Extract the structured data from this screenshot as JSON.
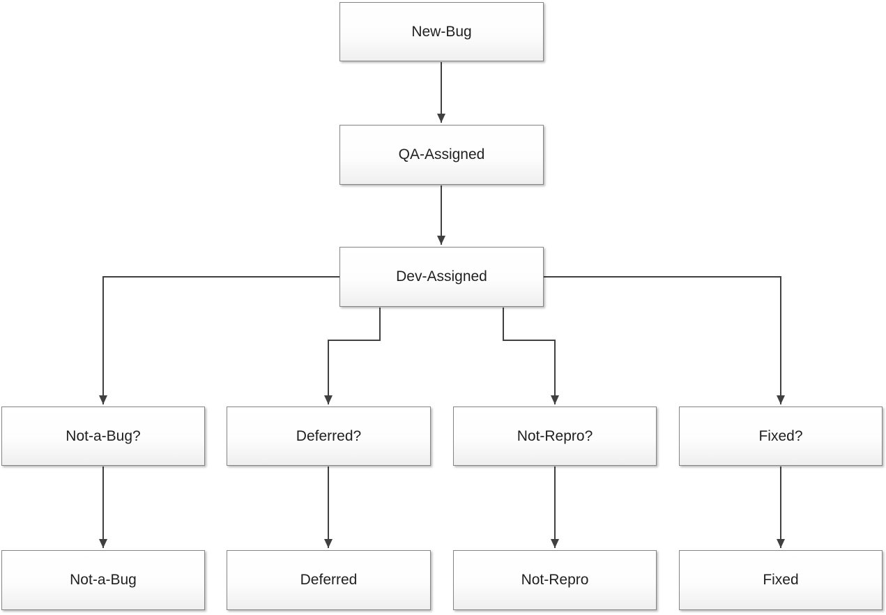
{
  "diagram": {
    "type": "flowchart",
    "nodes": {
      "new_bug": "New-Bug",
      "qa_assigned": "QA-Assigned",
      "dev_assigned": "Dev-Assigned",
      "not_a_bug_q": "Not-a-Bug?",
      "deferred_q": "Deferred?",
      "not_repro_q": "Not-Repro?",
      "fixed_q": "Fixed?",
      "not_a_bug": "Not-a-Bug",
      "deferred": "Deferred",
      "not_repro": "Not-Repro",
      "fixed": "Fixed"
    },
    "edges": [
      {
        "from": "new_bug",
        "to": "qa_assigned"
      },
      {
        "from": "qa_assigned",
        "to": "dev_assigned"
      },
      {
        "from": "dev_assigned",
        "to": "not_a_bug_q"
      },
      {
        "from": "dev_assigned",
        "to": "deferred_q"
      },
      {
        "from": "dev_assigned",
        "to": "not_repro_q"
      },
      {
        "from": "dev_assigned",
        "to": "fixed_q"
      },
      {
        "from": "not_a_bug_q",
        "to": "not_a_bug"
      },
      {
        "from": "deferred_q",
        "to": "deferred"
      },
      {
        "from": "not_repro_q",
        "to": "not_repro"
      },
      {
        "from": "fixed_q",
        "to": "fixed"
      }
    ],
    "colors": {
      "node_border": "#848484",
      "node_fill_top": "#ffffff",
      "node_fill_bottom": "#efefef",
      "edge_stroke": "#404040",
      "text": "#1f1f1f"
    }
  }
}
